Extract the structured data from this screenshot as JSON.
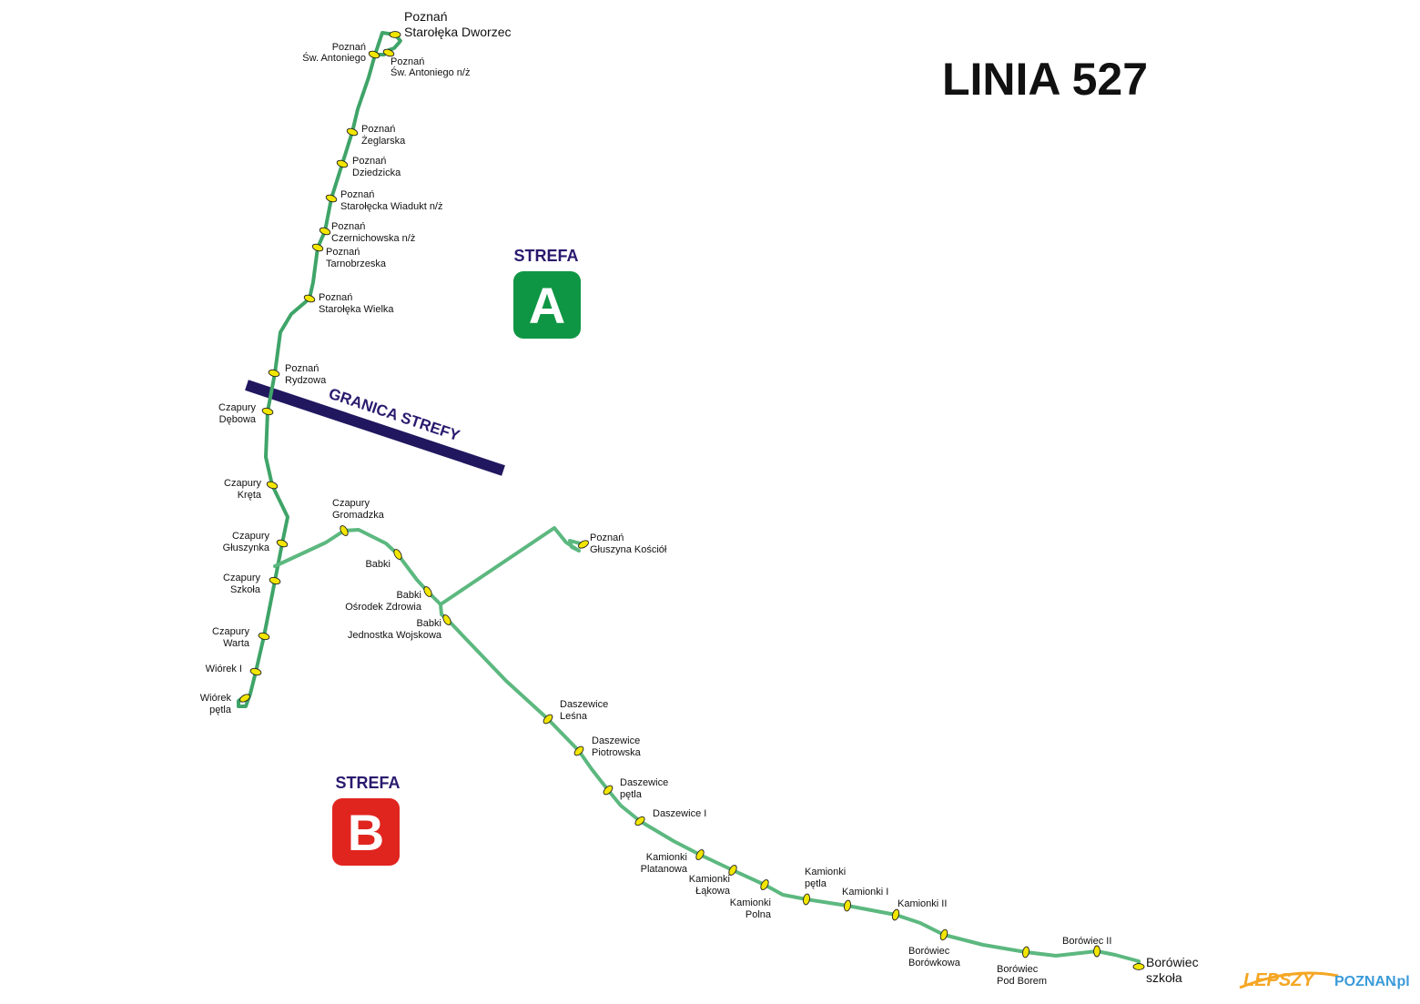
{
  "title": "LINIA 527",
  "zone_a": {
    "heading": "STREFA",
    "letter": "A",
    "color": "#0f9644"
  },
  "zone_b": {
    "heading": "STREFA",
    "letter": "B",
    "color": "#e0251f"
  },
  "zone_border_label": "GRANICA STREFY",
  "colors": {
    "route": "#5cb87f",
    "route_dark": "#2e9a5a",
    "stop": "#f2e600",
    "border_line": "#21175f"
  },
  "watermark": {
    "part1": "LEPSZY",
    "part2": "POZNAN",
    "part3": ".pl",
    "color1": "#f5a623",
    "color2": "#3a9bd9"
  },
  "stops": [
    {
      "id": "starolekaDworzec",
      "lines": [
        "Poznań",
        "Starołęka Dworzec"
      ]
    },
    {
      "id": "swAntoniego",
      "lines": [
        "Poznań",
        "Św. Antoniego"
      ]
    },
    {
      "id": "swAntoniegoNz",
      "lines": [
        "Poznań",
        "Św. Antoniego n/ż"
      ]
    },
    {
      "id": "zeglarska",
      "lines": [
        "Poznań",
        "Żeglarska"
      ]
    },
    {
      "id": "dziedzicka",
      "lines": [
        "Poznań",
        "Dziedzicka"
      ]
    },
    {
      "id": "wiadukt",
      "lines": [
        "Poznań",
        "Starołęcka Wiadukt n/ż"
      ]
    },
    {
      "id": "czernichowska",
      "lines": [
        "Poznań",
        "Czernichowska n/ż"
      ]
    },
    {
      "id": "tarnobrzeska",
      "lines": [
        "Poznań",
        "Tarnobrzeska"
      ]
    },
    {
      "id": "starolekaWielka",
      "lines": [
        "Poznań",
        "Starołęka Wielka"
      ]
    },
    {
      "id": "rydzowa",
      "lines": [
        "Poznań",
        "Rydzowa"
      ]
    },
    {
      "id": "debowa",
      "lines": [
        "Czapury",
        "Dębowa"
      ]
    },
    {
      "id": "kreta",
      "lines": [
        "Czapury",
        "Kręta"
      ]
    },
    {
      "id": "gluszynka",
      "lines": [
        "Czapury",
        "Głuszynka"
      ]
    },
    {
      "id": "szkola",
      "lines": [
        "Czapury",
        "Szkoła"
      ]
    },
    {
      "id": "warta",
      "lines": [
        "Czapury",
        "Warta"
      ]
    },
    {
      "id": "wiorek1",
      "lines": [
        "Wiórek I"
      ]
    },
    {
      "id": "wiorekPetla",
      "lines": [
        "Wiórek",
        "pętla"
      ]
    },
    {
      "id": "gromadzka",
      "lines": [
        "Czapury",
        "Gromadzka"
      ]
    },
    {
      "id": "babki",
      "lines": [
        "Babki"
      ]
    },
    {
      "id": "osrodek",
      "lines": [
        "Babki",
        "Ośrodek Zdrowia"
      ]
    },
    {
      "id": "jednostka",
      "lines": [
        "Babki",
        "Jednostka Wojskowa"
      ]
    },
    {
      "id": "gluszynaKosciol",
      "lines": [
        "Poznań",
        "Głuszyna Kościół"
      ]
    },
    {
      "id": "lesna",
      "lines": [
        "Daszewice",
        "Leśna"
      ]
    },
    {
      "id": "piotrowska",
      "lines": [
        "Daszewice",
        "Piotrowska"
      ]
    },
    {
      "id": "daszewicePetla",
      "lines": [
        "Daszewice",
        "pętla"
      ]
    },
    {
      "id": "daszewice1",
      "lines": [
        "Daszewice I"
      ]
    },
    {
      "id": "platanowa",
      "lines": [
        "Kamionki",
        "Platanowa"
      ]
    },
    {
      "id": "lakowa",
      "lines": [
        "Kamionki",
        "Łąkowa"
      ]
    },
    {
      "id": "polna",
      "lines": [
        "Kamionki",
        "Polna"
      ]
    },
    {
      "id": "kamionkiPetla",
      "lines": [
        "Kamionki",
        "pętla"
      ]
    },
    {
      "id": "kamionki1",
      "lines": [
        "Kamionki I"
      ]
    },
    {
      "id": "kamionki2",
      "lines": [
        "Kamionki II"
      ]
    },
    {
      "id": "borowkowa",
      "lines": [
        "Borówiec",
        "Borówkowa"
      ]
    },
    {
      "id": "podBorem",
      "lines": [
        "Borówiec",
        "Pod Borem"
      ]
    },
    {
      "id": "borowiec2",
      "lines": [
        "Borówiec II"
      ]
    },
    {
      "id": "borowiecSzkola",
      "lines": [
        "Borówiec",
        "szkoła"
      ]
    }
  ]
}
